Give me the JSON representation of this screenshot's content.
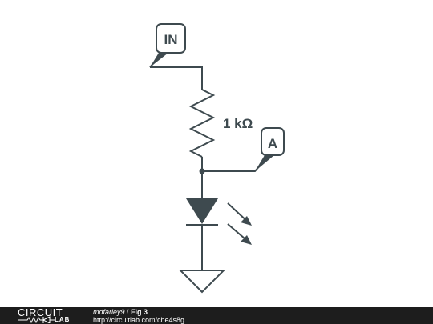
{
  "schematic": {
    "input_label": "IN",
    "output_label": "A",
    "resistor_value": "1 kΩ",
    "colors": {
      "wire": "#3e4a4f",
      "background": "#ffffff"
    }
  },
  "footer": {
    "logo_top": "CIRCUIT",
    "logo_bottom": "LAB",
    "author": "mdfarley9",
    "separator": "/",
    "title": "Fig 3",
    "url": "http://circuitlab.com/che4s8g",
    "background_color": "#1d1d1d"
  }
}
